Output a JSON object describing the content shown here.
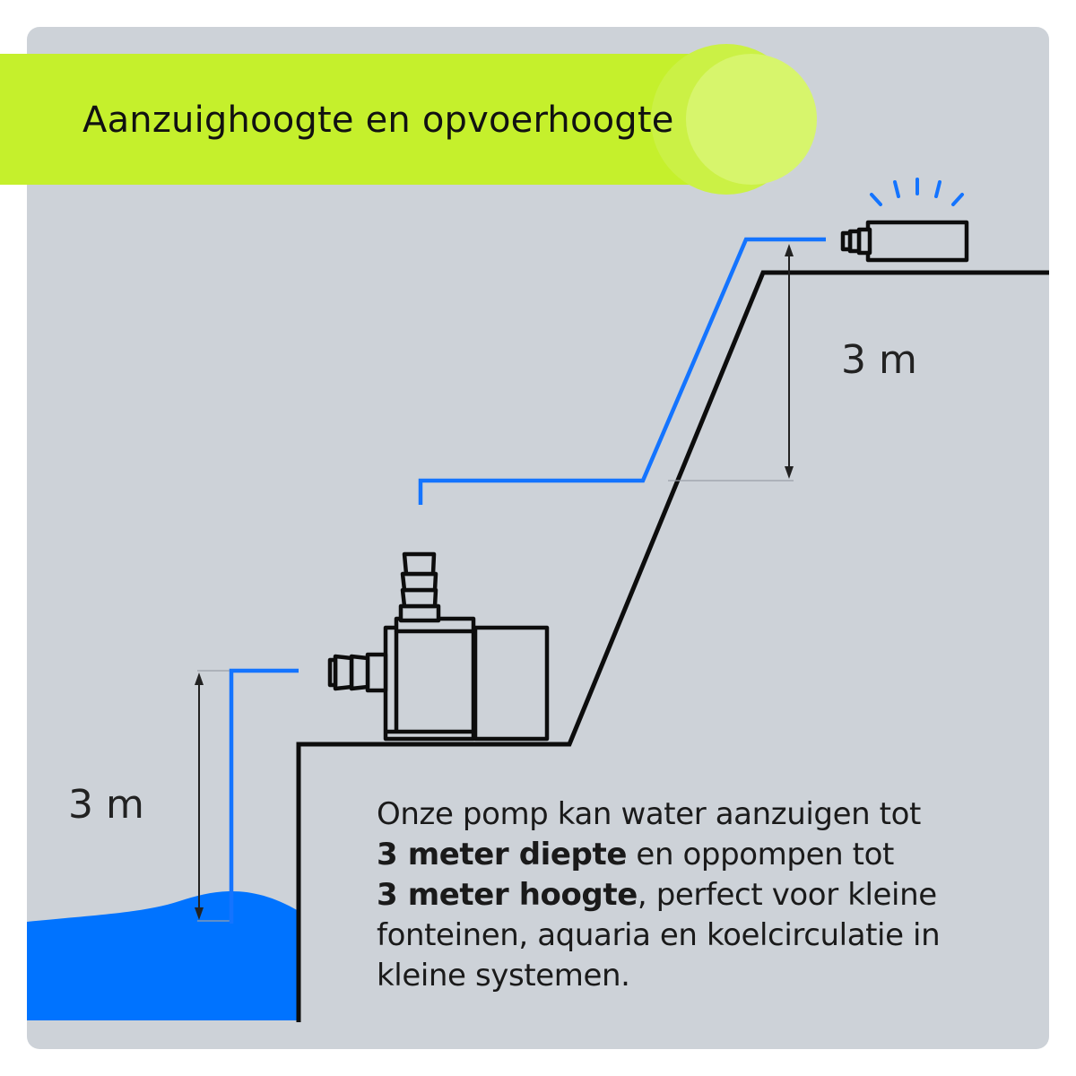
{
  "title": "Aanzuighoogte en opvoerhoogte",
  "labels": {
    "lift_height": "3 m",
    "suction_depth": "3 m"
  },
  "description": {
    "line1": "Onze pomp kan water aanzuigen tot",
    "bold1": "3 meter diepte",
    "line2_rest": " en oppompen tot",
    "bold2": "3 meter hoogte",
    "line3_rest": ", perfect voor kleine",
    "line4": "fonteinen, aquaria en koelcirculatie in",
    "line5": "kleine systemen."
  },
  "colors": {
    "background": "#cdd2d8",
    "banner": "#c5f02c",
    "banner_circle": "#d7f56c",
    "water": "#0073ff",
    "hose": "#1474ff",
    "outline": "#0d0d0d",
    "spray": "#1474ff"
  }
}
